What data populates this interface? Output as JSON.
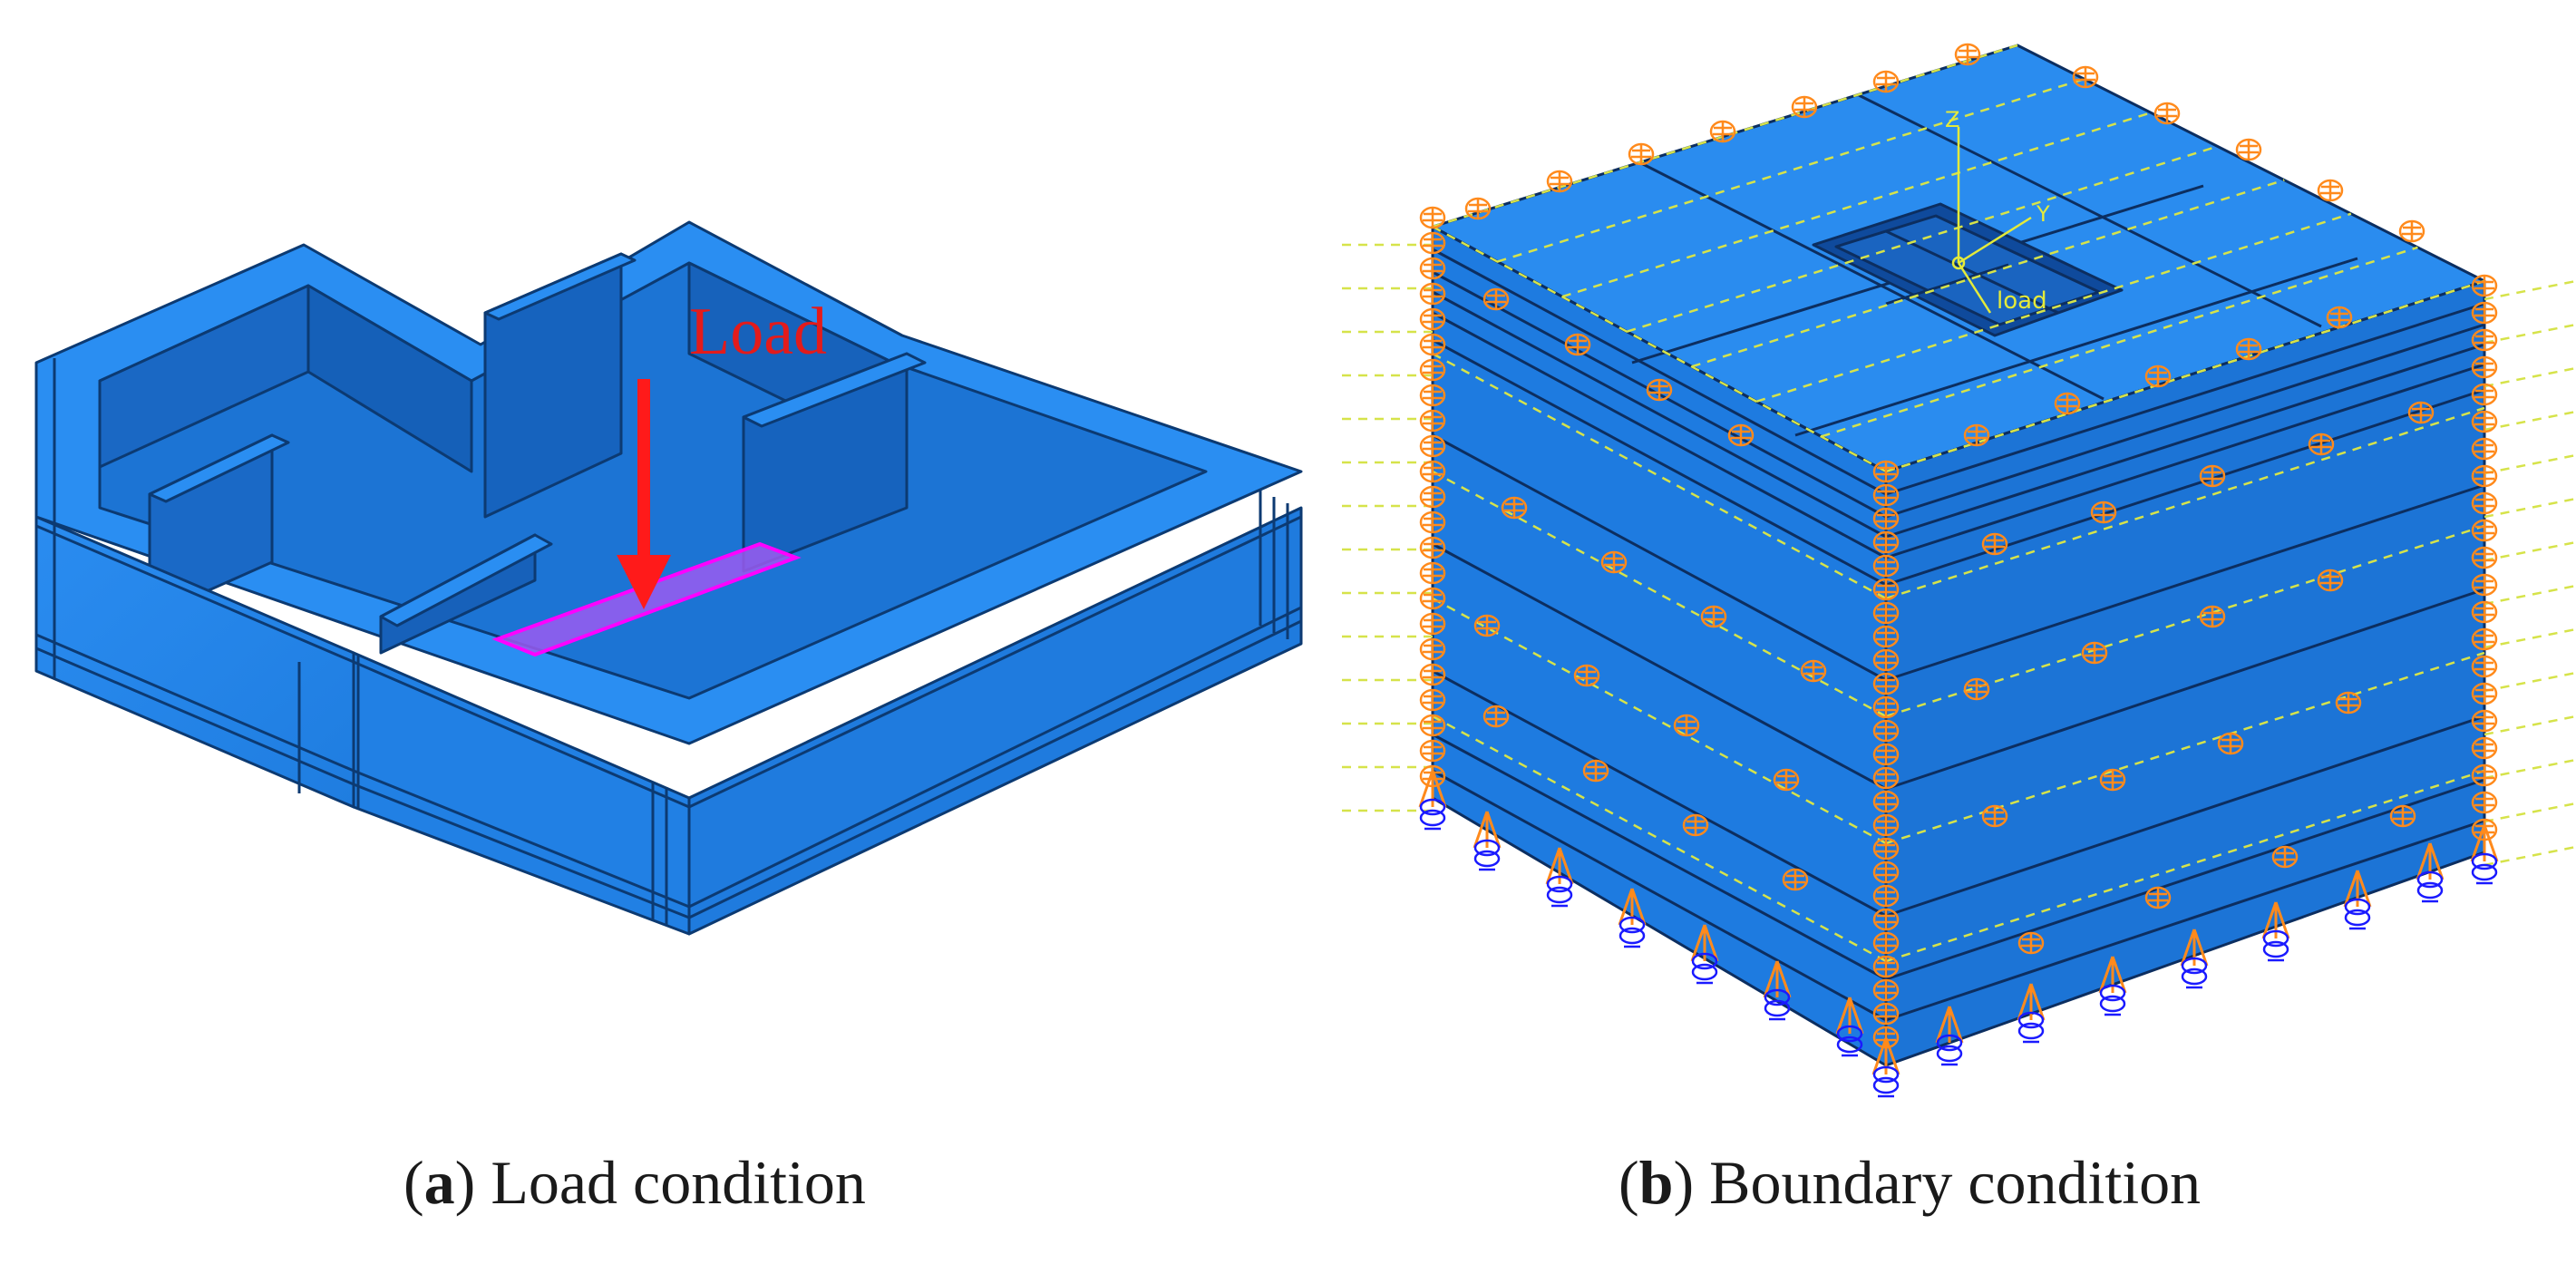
{
  "panel_a": {
    "load_label": "Load",
    "caption_letter": "a",
    "caption_text": "Load condition",
    "colors": {
      "model_blue": "#2283e6",
      "edge": "#0c3a72",
      "arrow": "#ff1a1a",
      "patch": "#9a5cf0",
      "patch_edge": "#ff00ff"
    }
  },
  "panel_b": {
    "axis_labels": {
      "z": "Z",
      "y": "Y",
      "load": "load"
    },
    "caption_letter": "b",
    "caption_text": "Boundary condition",
    "colors": {
      "model_blue": "#2283e6",
      "edge": "#0c3a72",
      "spring": "#ff8a1c",
      "support": "#1a1aff",
      "guide": "#d6e34a"
    }
  }
}
